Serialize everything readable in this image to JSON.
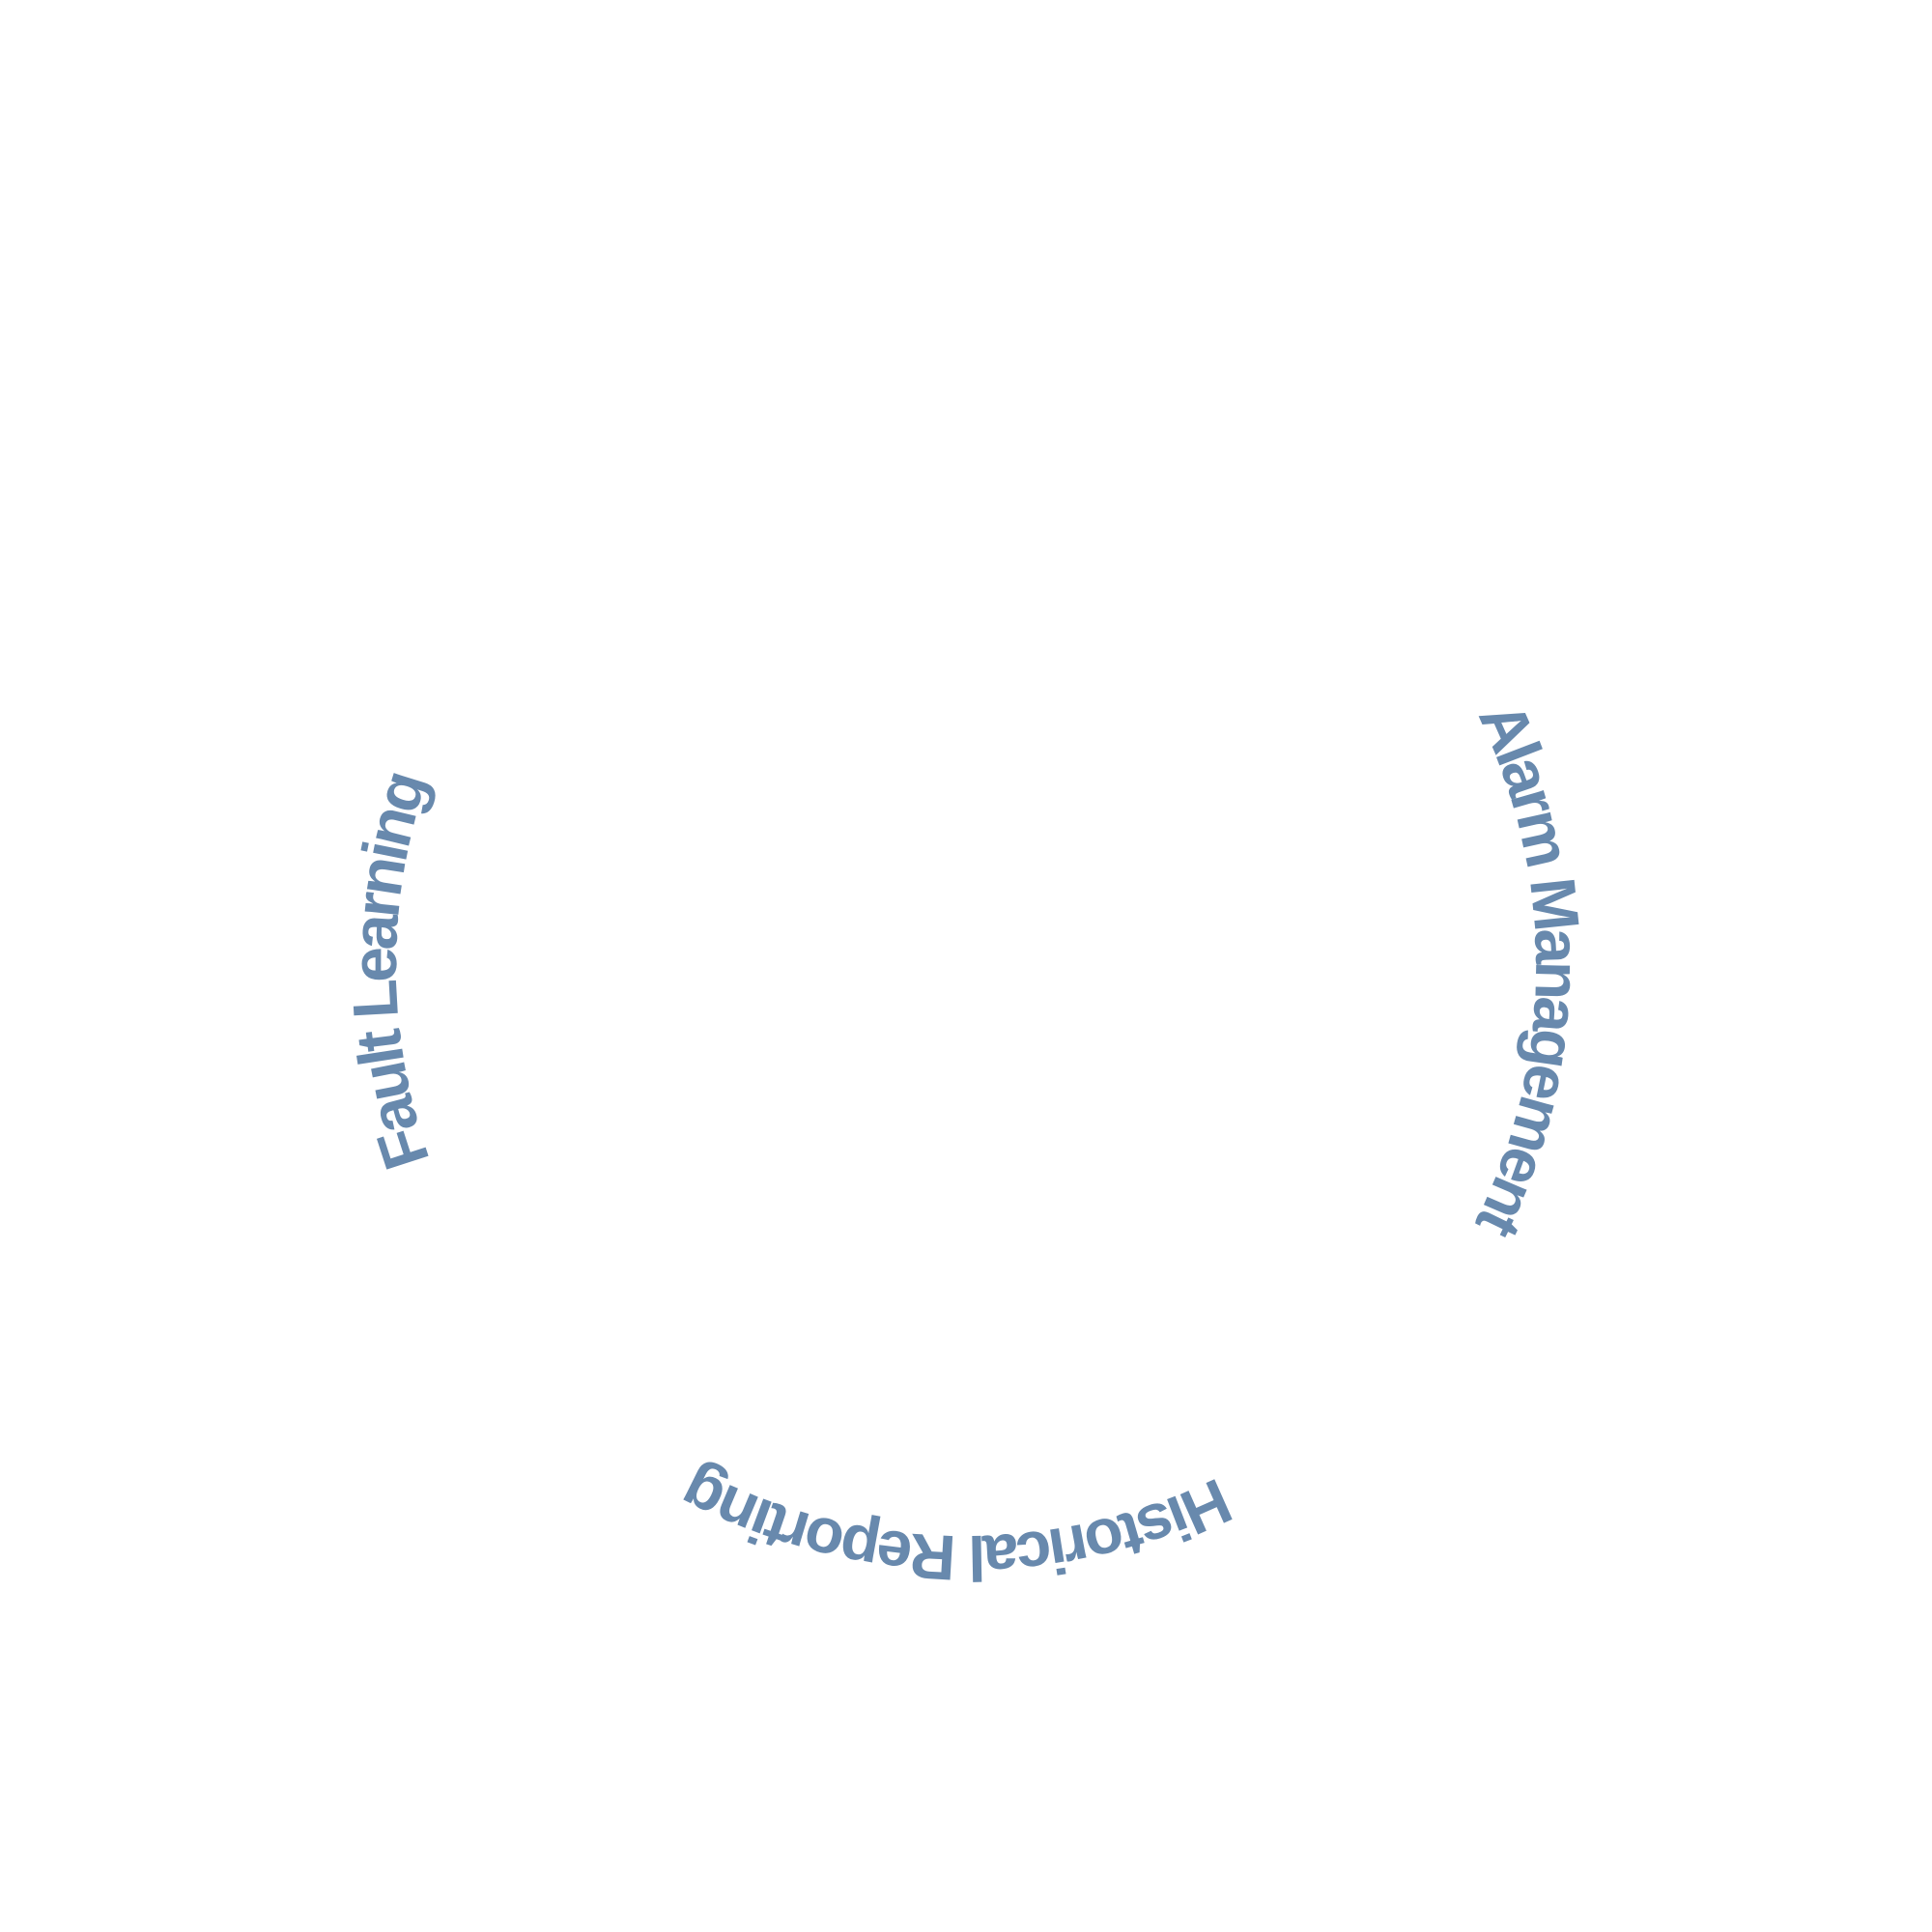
{
  "labels": [
    {
      "text": "Alarm Management"
    },
    {
      "text": "Historical Reporting"
    },
    {
      "text": "Fault Learning"
    }
  ],
  "colors": {
    "text": "#6889ad",
    "background": "#ffffff"
  }
}
